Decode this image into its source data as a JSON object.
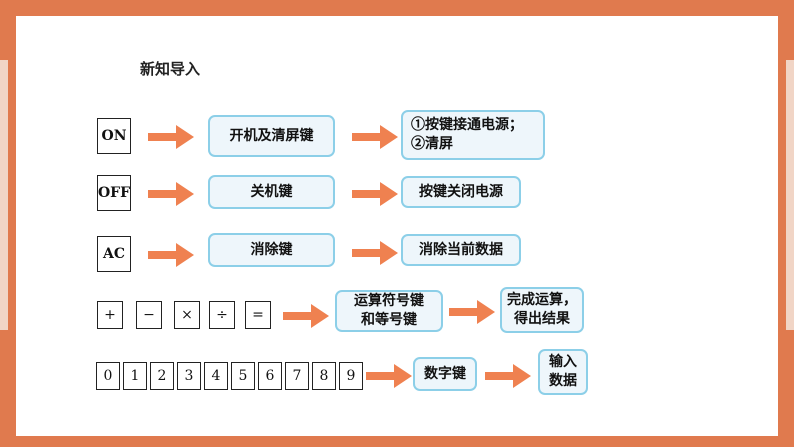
{
  "heading": "新知导入",
  "rows": [
    {
      "keys": [
        "ON"
      ],
      "function": [
        "开机及清屏键"
      ],
      "result": [
        "①按键接通电源；",
        "②清屏"
      ]
    },
    {
      "keys": [
        "OFF"
      ],
      "function": [
        "关机键"
      ],
      "result": [
        "按键关闭电源"
      ]
    },
    {
      "keys": [
        "AC"
      ],
      "function": [
        "消除键"
      ],
      "result": [
        "消除当前数据"
      ]
    },
    {
      "keys": [
        "+",
        "−",
        "×",
        "÷",
        "="
      ],
      "function": [
        "运算符号键",
        "和等号键"
      ],
      "result": [
        "完成运算，",
        "得出结果"
      ]
    },
    {
      "keys": [
        "0",
        "1",
        "2",
        "3",
        "4",
        "5",
        "6",
        "7",
        "8",
        "9"
      ],
      "function": [
        "数字键"
      ],
      "result": [
        "输入",
        "数据"
      ]
    }
  ],
  "colors": {
    "accent": "#e07a4e",
    "arrow": "#ef8150",
    "box_border": "#8ccfe8",
    "box_fill": "#eef6fb"
  }
}
